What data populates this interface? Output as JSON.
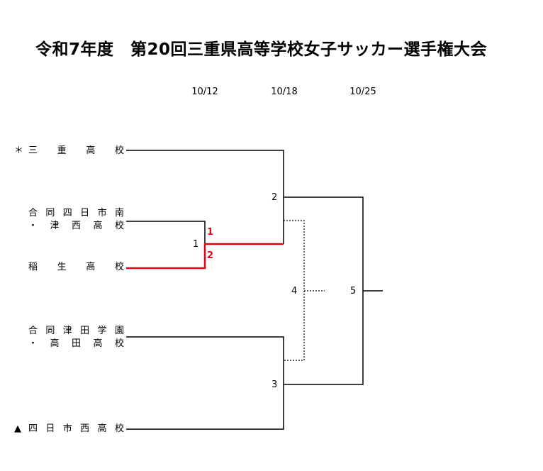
{
  "title": "令和7年度　第20回三重県高等学校女子サッカー選手権大会",
  "dates": [
    "10/12",
    "10/18",
    "10/25"
  ],
  "teams": [
    {
      "mark": "＊",
      "lines": [
        "三重高校"
      ]
    },
    {
      "mark": "",
      "lines": [
        "合同四日市南",
        "・津西高校"
      ]
    },
    {
      "mark": "",
      "lines": [
        "稲生高校"
      ]
    },
    {
      "mark": "",
      "lines": [
        "合同津田学園",
        "・高田高校"
      ]
    },
    {
      "mark": "▲",
      "lines": [
        "四日市西高校"
      ]
    }
  ],
  "matches": [
    "1",
    "2",
    "3",
    "4",
    "5"
  ],
  "scores": {
    "m1_top": "1",
    "m1_bottom": "2"
  },
  "colors": {
    "winner_line": "#e60012",
    "line": "#000000",
    "score": "#e60012"
  }
}
